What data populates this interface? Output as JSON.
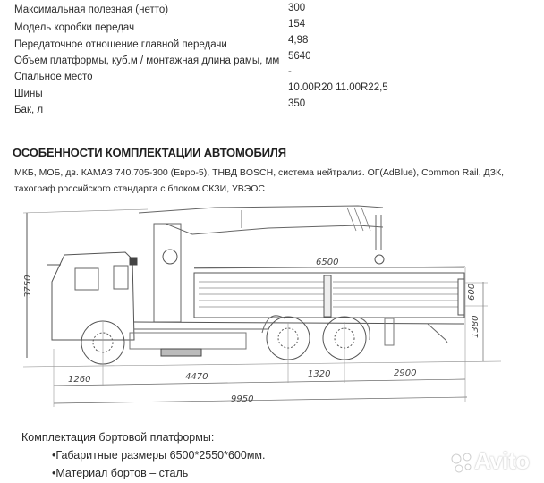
{
  "specs": [
    {
      "label": "Максимальная полезная (нетто)",
      "value": "300"
    },
    {
      "label": "Модель коробки передач",
      "value": "154"
    },
    {
      "label": "Передаточное отношение главной передачи",
      "value": "4,98"
    },
    {
      "label": "Объем платформы, куб.м / монтажная длина рамы, мм",
      "value": "5640"
    },
    {
      "label": "Спальное место",
      "value": "-"
    },
    {
      "label": "Шины",
      "value": "10.00R20 11.00R22,5"
    },
    {
      "label": "Бак, л",
      "value": "350"
    }
  ],
  "features": {
    "title": "ОСОБЕННОСТИ КОМПЛЕКТАЦИИ АВТОМОБИЛЯ",
    "text": "МКБ, МОБ, дв. КАМАЗ 740.705-300 (Евро-5), ТНВД BOSCH, система нейтрализ. ОГ(AdBlue), Common Rail, ДЗК, тахограф российского стандарта с блоком СКЗИ, УВЭОС"
  },
  "drawing": {
    "dimensions": {
      "overall_height": "3750",
      "platform_length": "6500",
      "side_height": "600",
      "floor_height": "1380",
      "front_overhang": "1260",
      "wheelbase": "4470",
      "bogie_spacing": "1320",
      "rear_overhang": "2900",
      "overall_length": "9950"
    }
  },
  "platform": {
    "title": "Комплектация бортовой платформы:",
    "bullets": [
      "•Габаритные размеры 6500*2550*600мм.",
      "•Материал бортов – сталь"
    ]
  },
  "watermark": {
    "text": "Avito"
  }
}
